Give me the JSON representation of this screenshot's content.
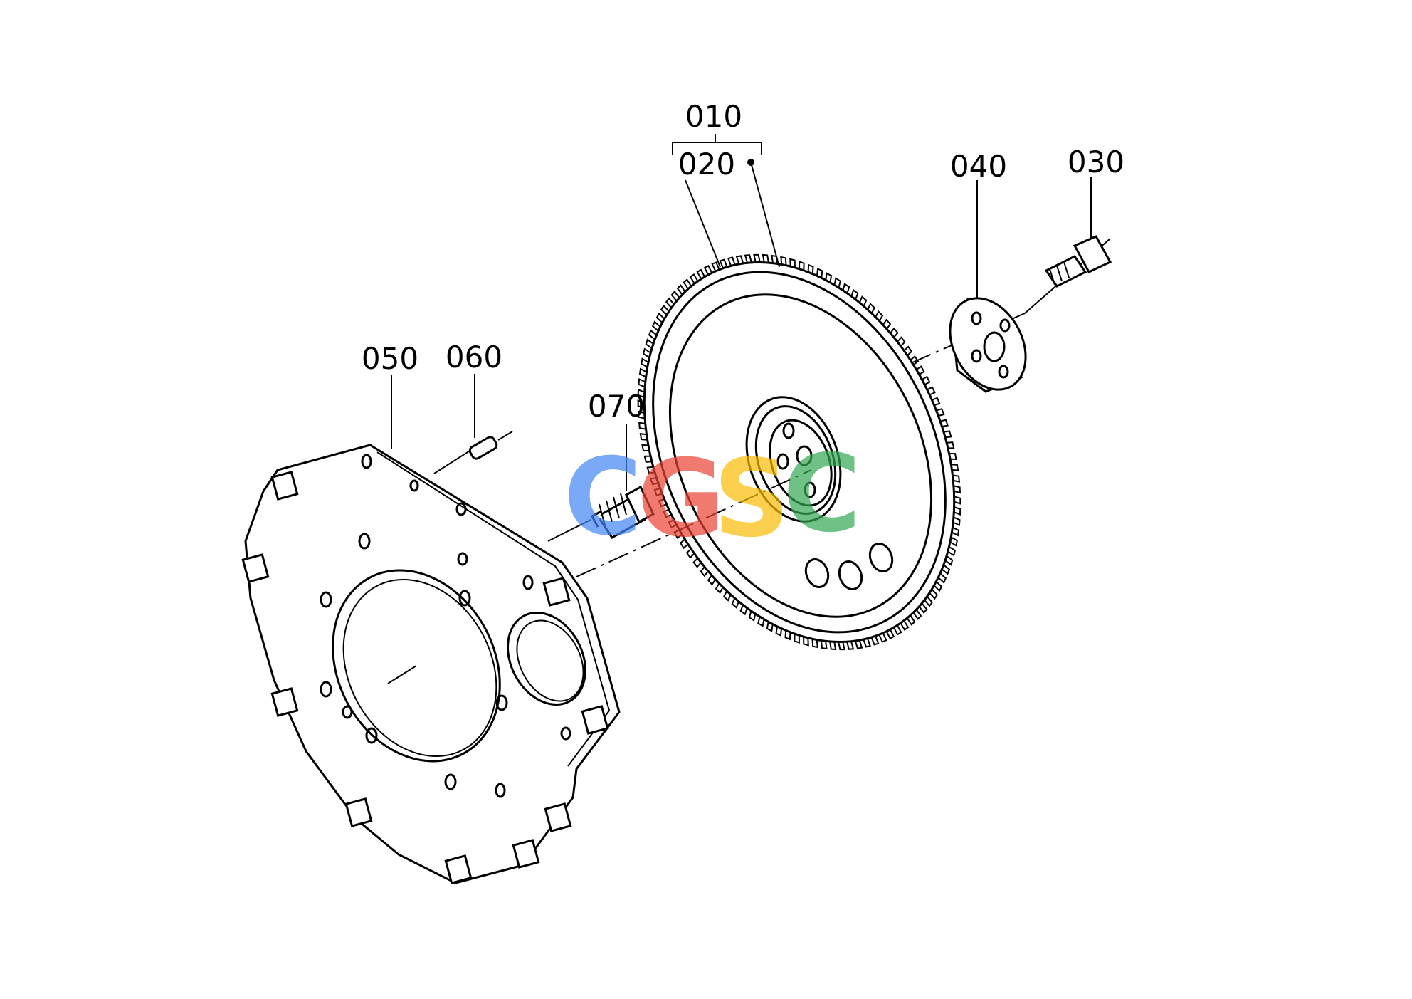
{
  "diagram": {
    "labels": {
      "p010": "010",
      "p020": "020",
      "p030": "030",
      "p040": "040",
      "p050": "050",
      "p060": "060",
      "p070": "070"
    },
    "watermark": {
      "letters": [
        "C",
        "G",
        "S",
        "C"
      ],
      "colors": [
        "#4285F4",
        "#EA4335",
        "#FBBC05",
        "#34A853"
      ]
    },
    "colors": {
      "line": "#000000",
      "background": "#ffffff"
    }
  }
}
